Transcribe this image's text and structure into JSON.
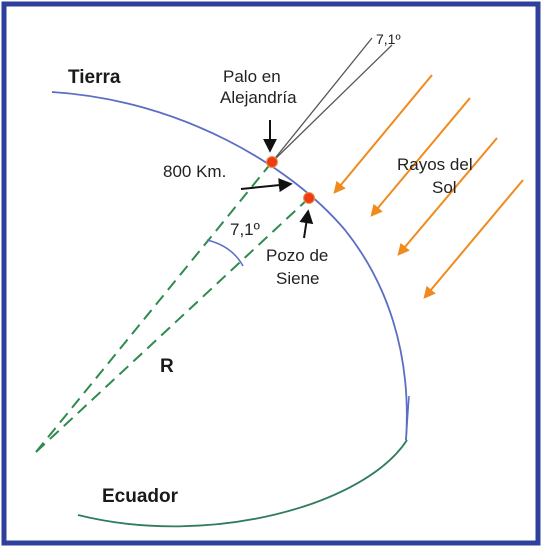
{
  "labels": {
    "earth": "Tierra",
    "stick_line1": "Palo en",
    "stick_line2": "Alejandría",
    "distance": "800 Km.",
    "sun_rays_line1": "Rayos del",
    "sun_rays_line2": "Sol",
    "angle_center": "7,1º",
    "angle_stick": "7,1º",
    "well_line1": "Pozo de",
    "well_line2": "Siene",
    "radius": "R",
    "equator": "Ecuador"
  },
  "colors": {
    "frame": "#2e3f9c",
    "earth_arc": "#5a6ec4",
    "equator_arc": "#2f7d5b",
    "dashed_radius": "#2f8a4e",
    "sun_rays": "#f08a1c",
    "city_marker": "#e63a1a",
    "stick_lines": "#555555",
    "arrows": "#111111",
    "text": "#222222"
  },
  "icons": {
    "arrows": "arrow-icon",
    "city_markers": "location-dot-icon"
  }
}
